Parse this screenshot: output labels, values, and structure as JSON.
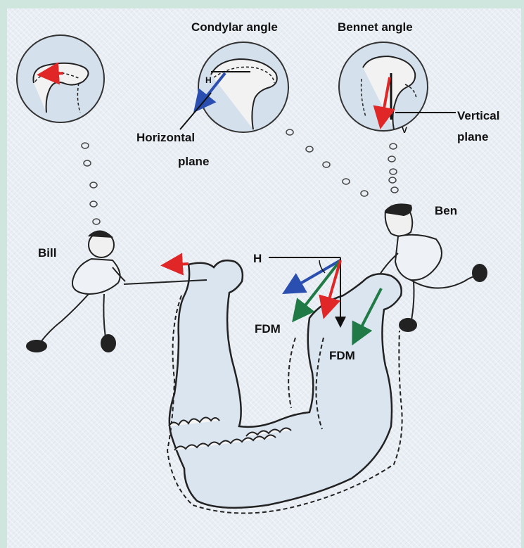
{
  "labels": {
    "condylar_angle": "Condylar angle",
    "bennet_angle": "Bennet angle",
    "h_small": "H",
    "horizontal_plane_1": "Horizontal",
    "horizontal_plane_2": "plane",
    "vertical_plane_1": "Vertical",
    "vertical_plane_2": "plane",
    "v_small": "V",
    "bill": "Bill",
    "ben": "Ben",
    "h_main": "H",
    "fdm_left": "FDM",
    "fdm_right": "FDM"
  },
  "colors": {
    "background": "#cfe6df",
    "panel": "#e8eef4",
    "bone": "#dbe5f0",
    "bubble": "#d4e0ec",
    "red_arrow": "#e02626",
    "blue_arrow": "#2a4fb0",
    "green_arrow": "#1f7a45",
    "ink": "#111111"
  }
}
